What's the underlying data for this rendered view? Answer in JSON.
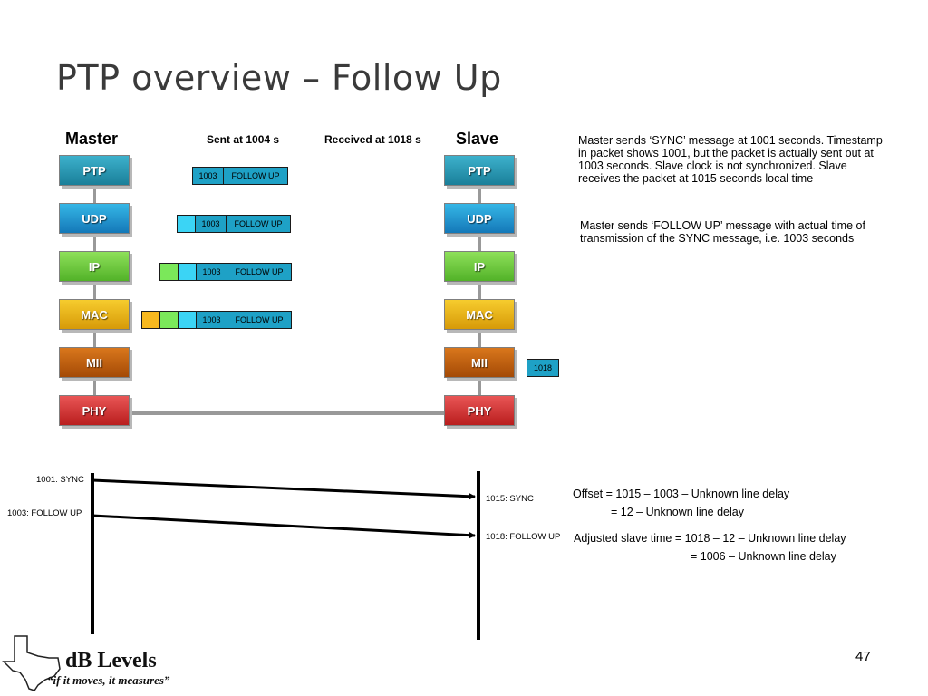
{
  "title": "PTP overview – Follow Up",
  "master_label": "Master",
  "slave_label": "Slave",
  "sent_label": "Sent at 1004 s",
  "received_label": "Received at  1018 s",
  "layers": [
    "PTP",
    "UDP",
    "IP",
    "MAC",
    "MII",
    "PHY"
  ],
  "packet": {
    "timestamp": "1003",
    "message": "FOLLOW UP"
  },
  "mii_stamp": "1018",
  "description_1": "Master sends ‘SYNC’ message at 1001 seconds. Timestamp in packet shows 1001,  but the packet is actually sent out at 1003 seconds. Slave clock is not synchronized. Slave receives the packet at 1015 seconds local time",
  "description_2": "Master sends ‘FOLLOW UP’ message with actual time of transmission of the SYNC message, i.e. 1003 seconds",
  "timeline": {
    "master_sync": "1001: SYNC",
    "master_followup": "1003: FOLLOW UP",
    "slave_sync": "1015: SYNC",
    "slave_followup": "1018: FOLLOW UP"
  },
  "equations": {
    "offset_1": "Offset = 1015 – 1003 – Unknown line delay",
    "offset_2": "= 12 – Unknown line delay",
    "adjusted_1": "Adjusted slave time = 1018 – 12  – Unknown line delay",
    "adjusted_2": "= 1006 – Unknown line delay"
  },
  "logo": {
    "name": "dB Levels",
    "tagline": "“if it moves, it measures”"
  },
  "page_number": "47"
}
